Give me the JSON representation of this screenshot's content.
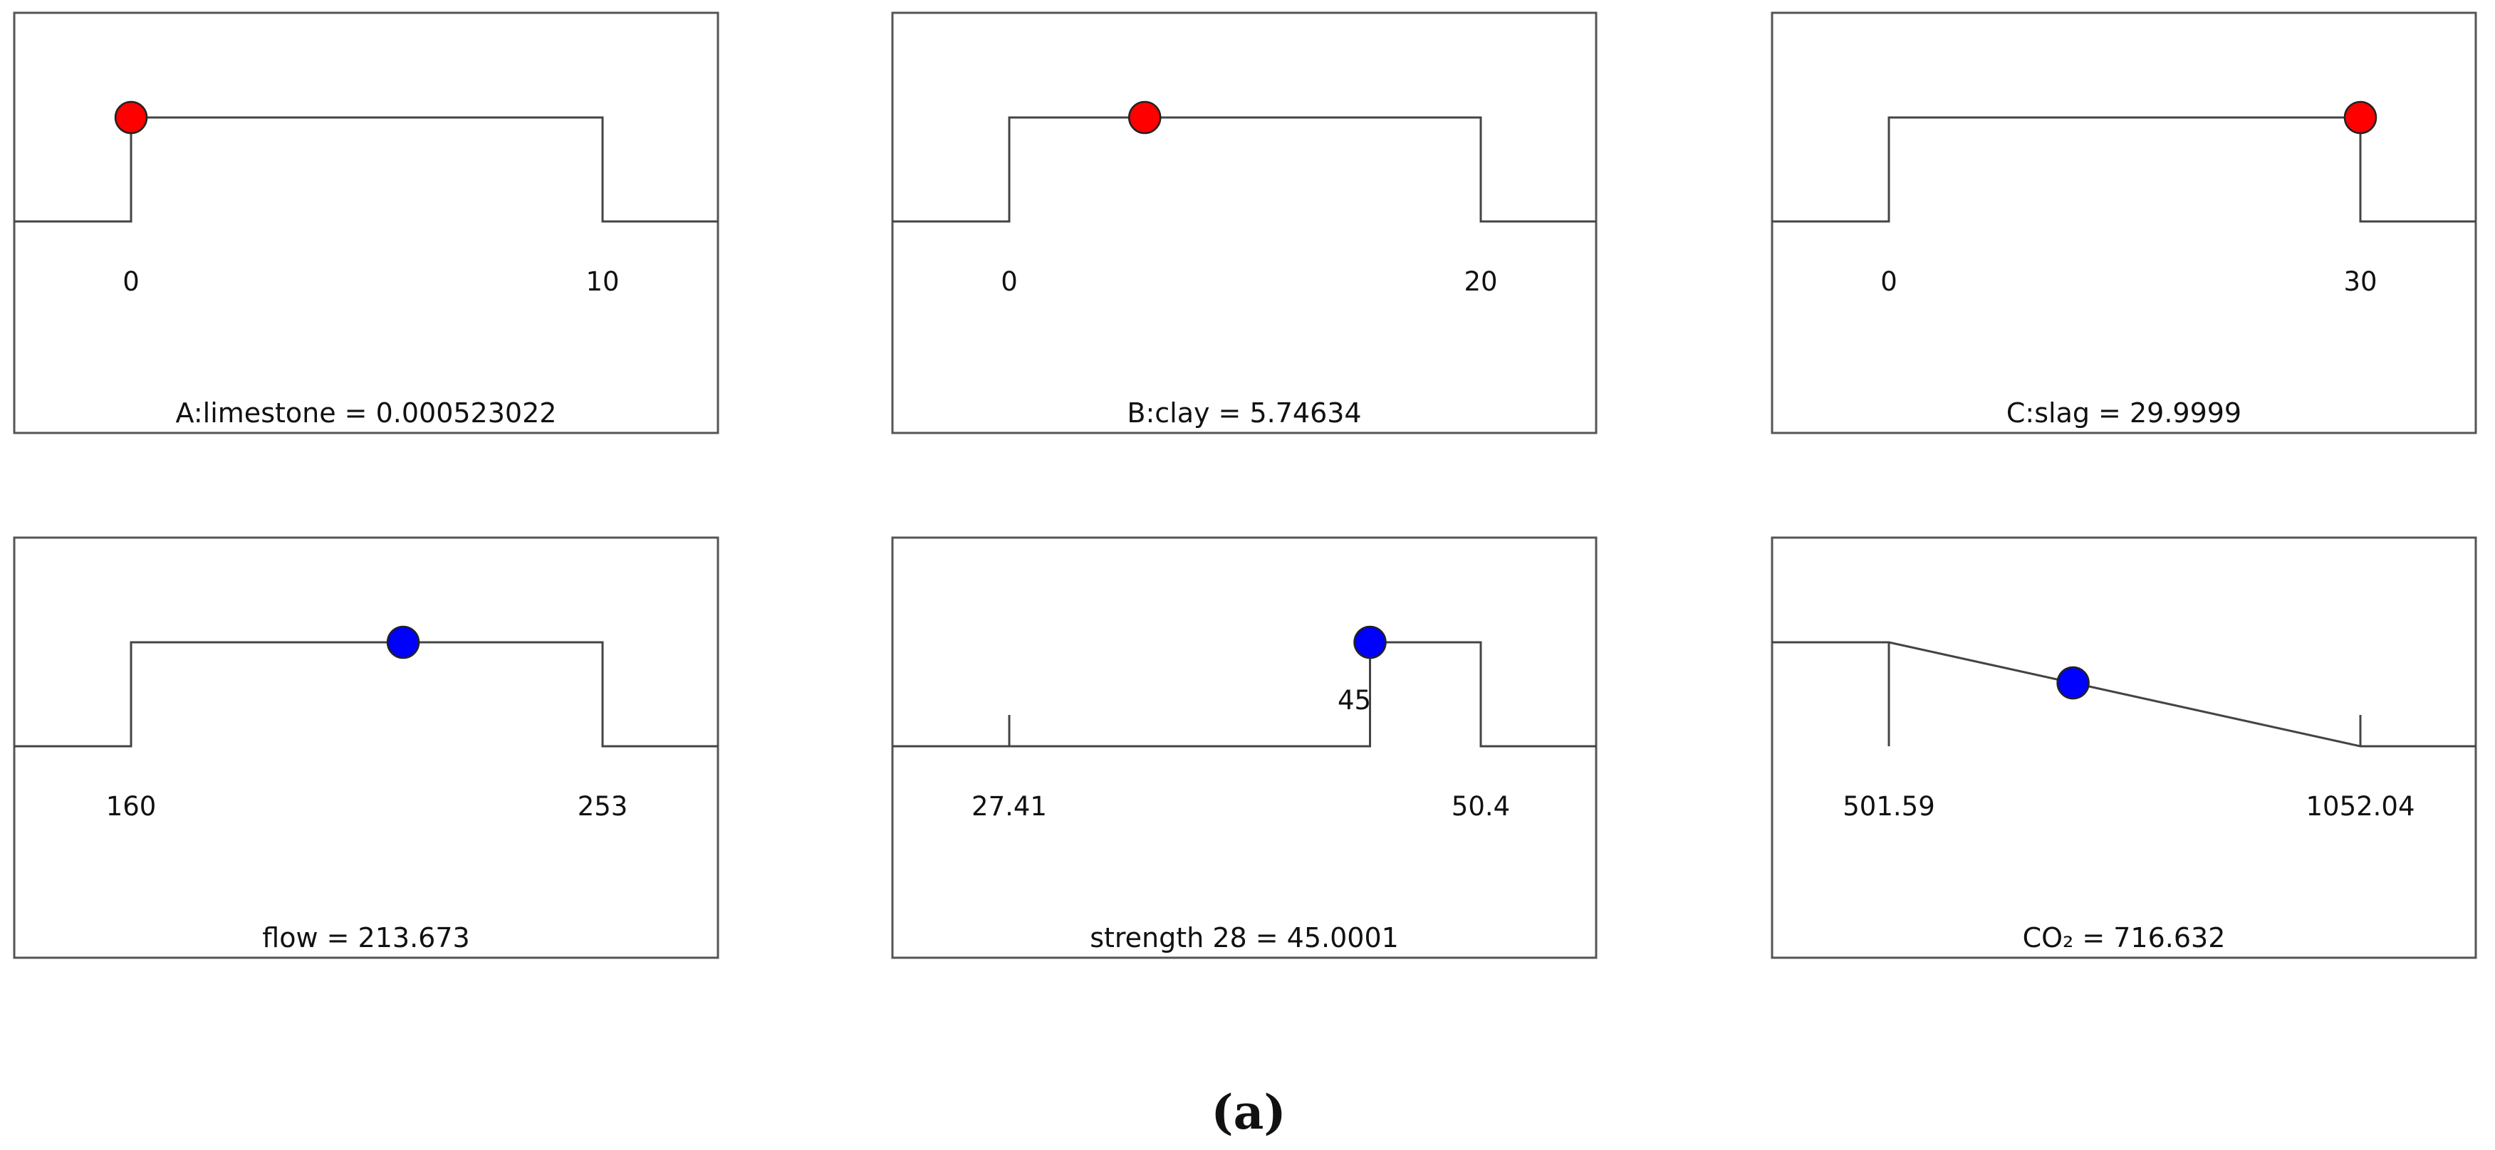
{
  "caption": "(a)",
  "colors": {
    "factor_point": "#ff0000",
    "response_point": "#0000ff",
    "frame": "#555555",
    "curve": "#444444"
  },
  "chart_data": [
    {
      "type": "desirability",
      "role": "factor",
      "label": "A:limestone = 0.000523022",
      "range": [
        0,
        10
      ],
      "ticks": [
        "0",
        "10"
      ],
      "value": 0.000523022,
      "goal": "in range"
    },
    {
      "type": "desirability",
      "role": "factor",
      "label": "B:clay = 5.74634",
      "range": [
        0,
        20
      ],
      "ticks": [
        "0",
        "20"
      ],
      "value": 5.74634,
      "goal": "in range"
    },
    {
      "type": "desirability",
      "role": "factor",
      "label": "C:slag = 29.9999",
      "range": [
        0,
        30
      ],
      "ticks": [
        "0",
        "30"
      ],
      "value": 29.9999,
      "goal": "in range"
    },
    {
      "type": "desirability",
      "role": "response",
      "label": "flow = 213.673",
      "range": [
        160,
        253
      ],
      "ticks": [
        "160",
        "253"
      ],
      "value": 213.673,
      "goal": "in range"
    },
    {
      "type": "desirability",
      "role": "response",
      "label": "strength 28 = 45.0001",
      "range": [
        27.41,
        50.4
      ],
      "ticks": [
        "27.41",
        "50.4"
      ],
      "target": 45,
      "target_label": "45",
      "value": 45.0001,
      "goal": "in range above target"
    },
    {
      "type": "desirability",
      "role": "response",
      "label": "CO₂ = 716.632",
      "range": [
        501.59,
        1052.04
      ],
      "ticks": [
        "501.59",
        "1052.04"
      ],
      "value": 716.632,
      "goal": "minimize"
    }
  ]
}
